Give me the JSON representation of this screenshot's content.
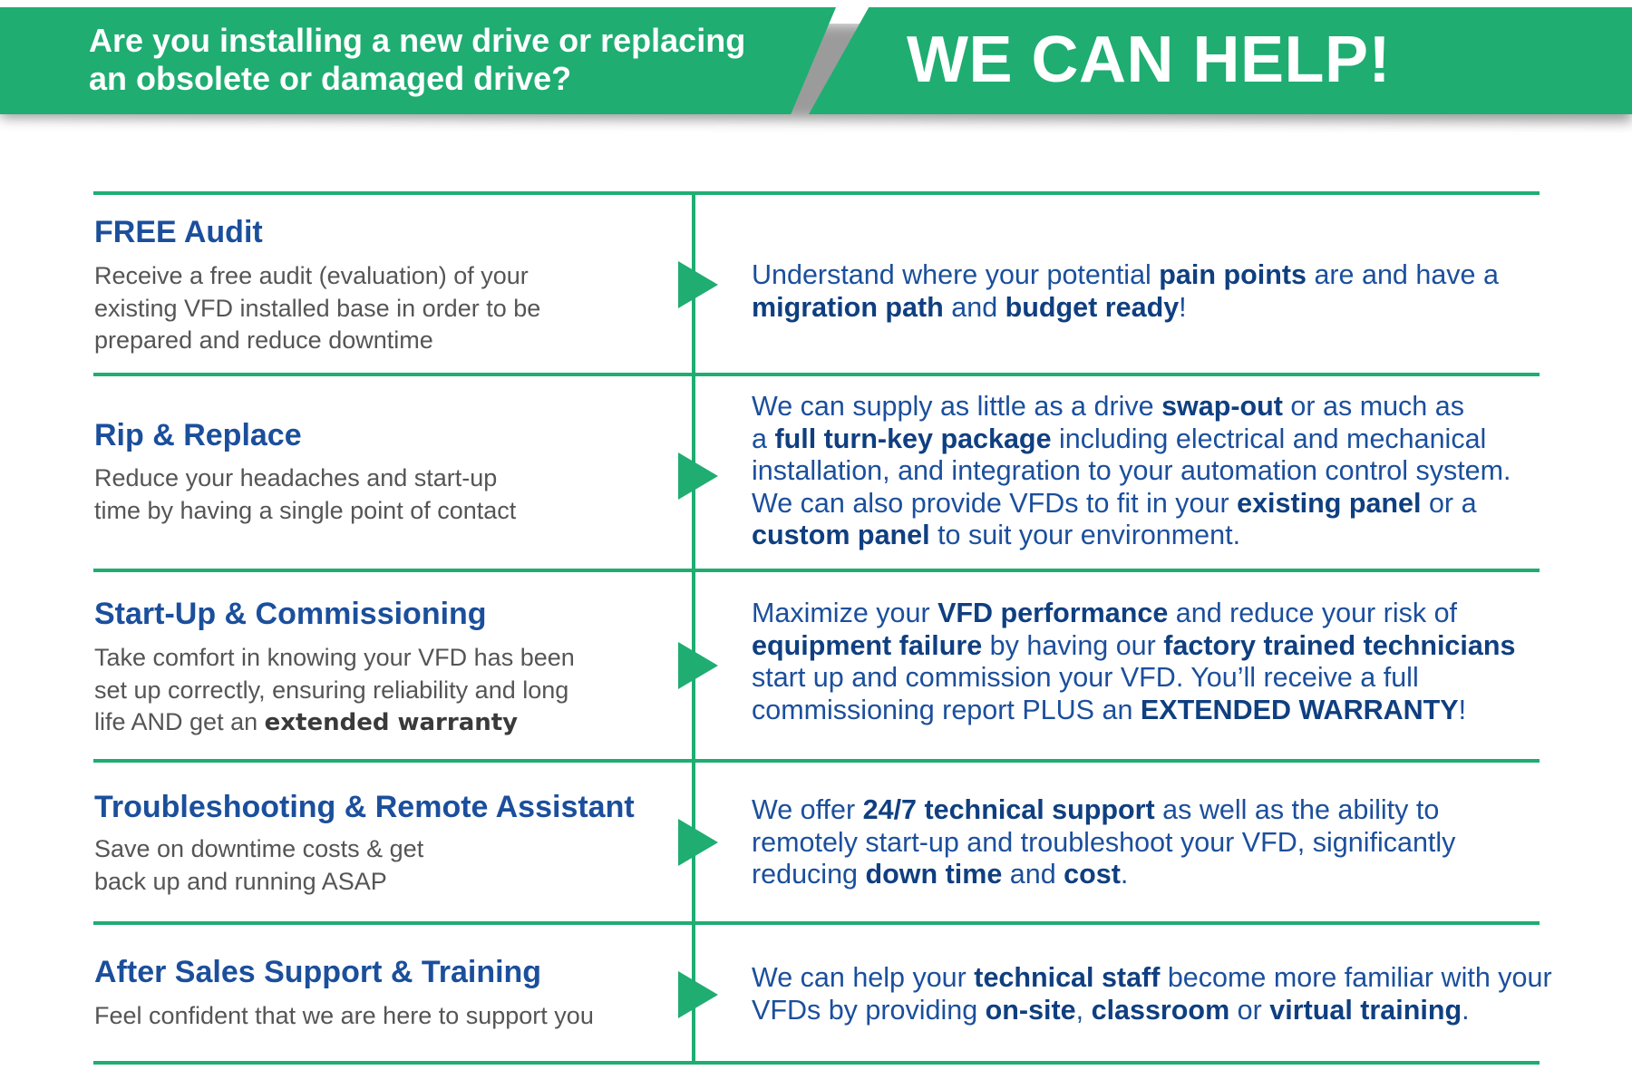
{
  "header": {
    "question_line1": "Are you installing a new drive or replacing",
    "question_line2": "an obsolete or damaged drive?",
    "tagline": "WE CAN HELP!"
  },
  "colors": {
    "brand_green": "#1fad72",
    "title_blue": "#1b4f9c",
    "body_gray": "#555555"
  },
  "rows": [
    {
      "title": "FREE Audit",
      "description": [
        "Receive a free audit (evaluation) of your",
        "existing VFD installed base in order to be",
        "prepared and reduce downtime"
      ],
      "detail": [
        [
          {
            "t": "Understand where your potential ",
            "b": false
          },
          {
            "t": "pain points",
            "b": true
          },
          {
            "t": " are and have a",
            "b": false
          }
        ],
        [
          {
            "t": "migration path",
            "b": true
          },
          {
            "t": " and ",
            "b": false
          },
          {
            "t": "budget ready",
            "b": true
          },
          {
            "t": "!",
            "b": false
          }
        ]
      ]
    },
    {
      "title": "Rip & Replace",
      "description": [
        "Reduce your headaches and start-up",
        "time by having a single point of contact"
      ],
      "detail": [
        [
          {
            "t": "We can supply as little as a drive ",
            "b": false
          },
          {
            "t": "swap-out",
            "b": true
          },
          {
            "t": " or as much as",
            "b": false
          }
        ],
        [
          {
            "t": "a ",
            "b": false
          },
          {
            "t": "full turn-key package",
            "b": true
          },
          {
            "t": " including electrical and mechanical",
            "b": false
          }
        ],
        [
          {
            "t": "installation, and integration to your automation control system.",
            "b": false
          }
        ],
        [
          {
            "t": "We can also provide VFDs to fit in your ",
            "b": false
          },
          {
            "t": "existing  panel",
            "b": true
          },
          {
            "t": " or a",
            "b": false
          }
        ],
        [
          {
            "t": "custom panel",
            "b": true
          },
          {
            "t": " to suit your environment.",
            "b": false
          }
        ]
      ]
    },
    {
      "title": "Start-Up & Commissioning",
      "description": [
        "Take comfort in knowing your VFD has been",
        "set up correctly, ensuring reliability and long"
      ],
      "description_last_line": {
        "prefix": "life AND get an ",
        "bold": "extended warranty"
      },
      "detail": [
        [
          {
            "t": "Maximize your ",
            "b": false
          },
          {
            "t": "VFD performance",
            "b": true
          },
          {
            "t": " and reduce your risk of",
            "b": false
          }
        ],
        [
          {
            "t": "equipment failure",
            "b": true
          },
          {
            "t": " by having our ",
            "b": false
          },
          {
            "t": "factory trained technicians",
            "b": true
          }
        ],
        [
          {
            "t": "start up and commission your VFD. You’ll receive a full",
            "b": false
          }
        ],
        [
          {
            "t": "commissioning report PLUS an ",
            "b": false
          },
          {
            "t": "EXTENDED WARRANTY",
            "b": true
          },
          {
            "t": "!",
            "b": false
          }
        ]
      ]
    },
    {
      "title": "Troubleshooting & Remote Assistant",
      "description": [
        "Save on downtime costs & get",
        "back up and running ASAP"
      ],
      "detail": [
        [
          {
            "t": "We offer ",
            "b": false
          },
          {
            "t": "24/7 technical support",
            "b": true
          },
          {
            "t": " as well as the ability to",
            "b": false
          }
        ],
        [
          {
            "t": "remotely start-up and troubleshoot your VFD, significantly",
            "b": false
          }
        ],
        [
          {
            "t": "reducing ",
            "b": false
          },
          {
            "t": "down time",
            "b": true
          },
          {
            "t": " and ",
            "b": false
          },
          {
            "t": "cost",
            "b": true
          },
          {
            "t": ".",
            "b": false
          }
        ]
      ]
    },
    {
      "title": "After Sales Support & Training",
      "description": [
        "Feel confident that we are here to support you"
      ],
      "detail": [
        [
          {
            "t": "We can help your ",
            "b": false
          },
          {
            "t": "technical staff",
            "b": true
          },
          {
            "t": " become more familiar with your",
            "b": false
          }
        ],
        [
          {
            "t": "VFDs by providing ",
            "b": false
          },
          {
            "t": "on-site",
            "b": true
          },
          {
            "t": ", ",
            "b": false
          },
          {
            "t": "classroom",
            "b": true
          },
          {
            "t": " or ",
            "b": false
          },
          {
            "t": "virtual training",
            "b": true
          },
          {
            "t": ".",
            "b": false
          }
        ]
      ]
    }
  ]
}
